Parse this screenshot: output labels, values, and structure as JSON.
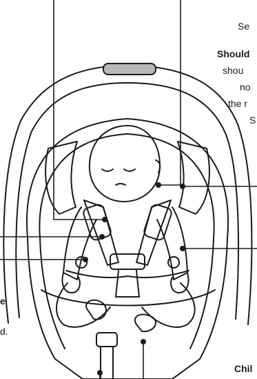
{
  "labels": {
    "top_right": "Se",
    "shoulder_title": "Should",
    "shoulder_line1": "shou",
    "shoulder_line2": "no",
    "shoulder_line3": "the r",
    "shoulder_line4": "S",
    "left_fragment_e": "e",
    "left_fragment_d": "d.",
    "bottom_right_title": "Chil"
  }
}
